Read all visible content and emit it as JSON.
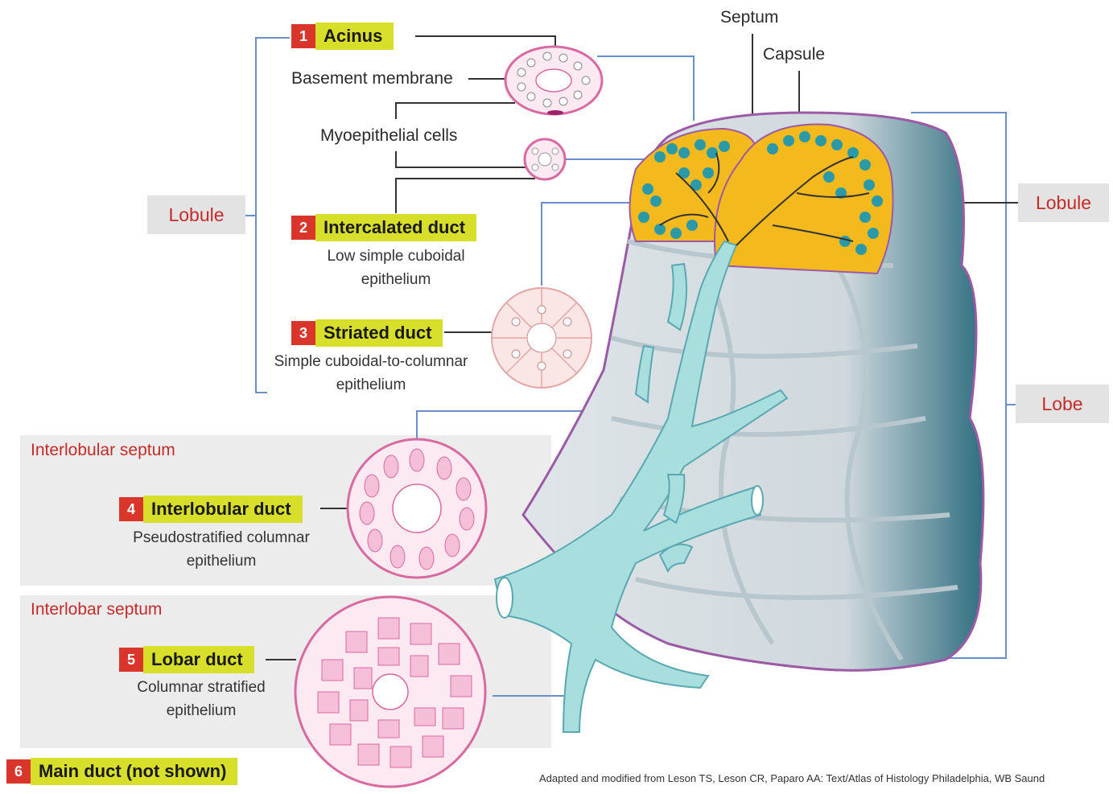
{
  "labels": {
    "septum": "Septum",
    "capsule": "Capsule",
    "basement_membrane": "Basement membrane",
    "myoepithelial_cells": "Myoepithelial cells",
    "lobule_left": "Lobule",
    "lobule_right": "Lobule",
    "lobe": "Lobe",
    "interlobular_septum": "Interlobular septum",
    "interlobar_septum": "Interlobar septum"
  },
  "ducts": [
    {
      "num": "1",
      "name": "Acinus",
      "desc": ""
    },
    {
      "num": "2",
      "name": "Intercalated duct",
      "desc": "Low simple cuboidal epithelium"
    },
    {
      "num": "3",
      "name": "Striated duct",
      "desc": "Simple cuboidal-to-columnar epithelium"
    },
    {
      "num": "4",
      "name": "Interlobular duct",
      "desc": "Pseudostratified columnar epithelium"
    },
    {
      "num": "5",
      "name": "Lobar duct",
      "desc": "Columnar stratified epithelium"
    },
    {
      "num": "6",
      "name": "Main duct (not shown)",
      "desc": ""
    }
  ],
  "credit": "Adapted and modified from Leson TS, Leson CR, Paparo AA: Text/Atlas of Histology Philadelphia, WB Saund",
  "colors": {
    "tag_number": "#d9352b",
    "tag_label": "#d8df2a",
    "duct": "#a8dede",
    "lobule": "#f4b91c",
    "capsule_outline": "#9b59a6",
    "acinus_cells": "#2a9aa8",
    "leader_line": "#6a8fc7"
  }
}
